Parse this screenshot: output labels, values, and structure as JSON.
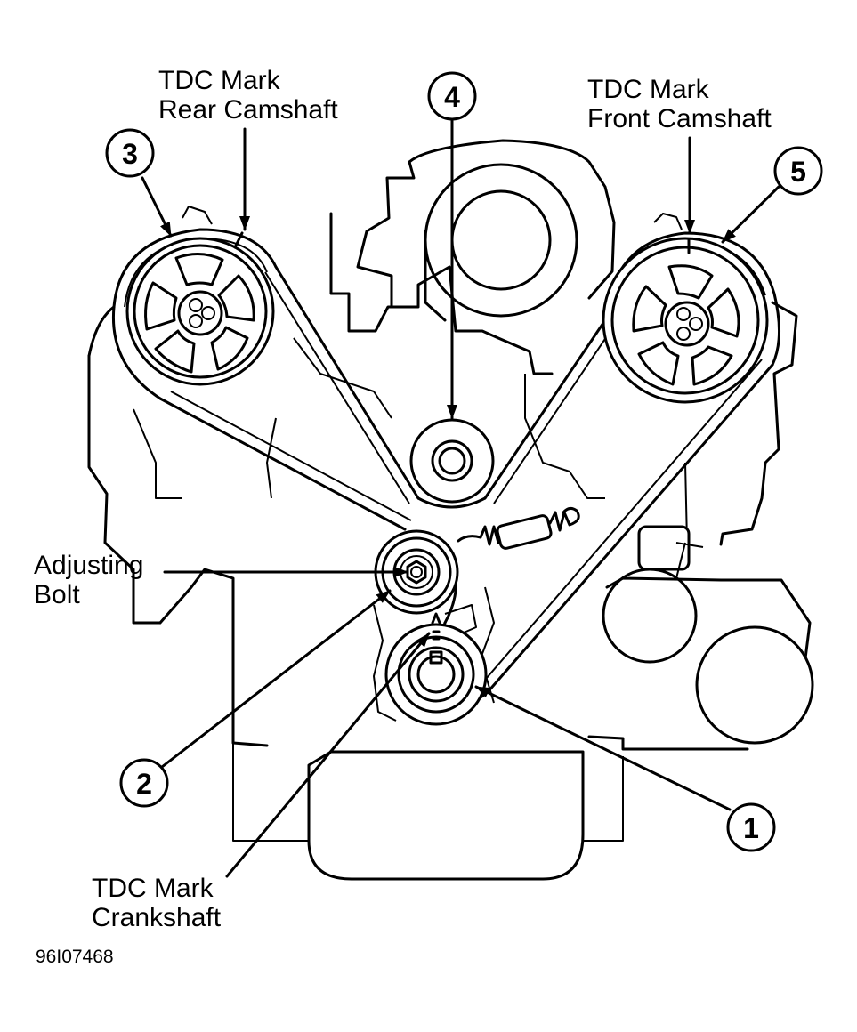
{
  "labels": {
    "tdc_rear": [
      "TDC Mark",
      "Rear Camshaft"
    ],
    "tdc_front": [
      "TDC Mark",
      "Front Camshaft"
    ],
    "adjusting_bolt": [
      "Adjusting",
      "Bolt"
    ],
    "tdc_crank": [
      "TDC Mark",
      "Crankshaft"
    ],
    "reference": "96I07468"
  },
  "callouts": [
    {
      "id": "callout-1",
      "number": "1"
    },
    {
      "id": "callout-2",
      "number": "2"
    },
    {
      "id": "callout-3",
      "number": "3"
    },
    {
      "id": "callout-4",
      "number": "4"
    },
    {
      "id": "callout-5",
      "number": "5"
    }
  ],
  "colors": {
    "line": "#000000",
    "background": "#ffffff"
  }
}
